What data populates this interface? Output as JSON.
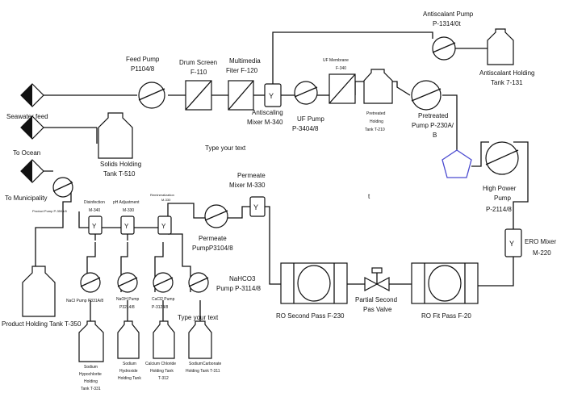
{
  "labels": {
    "seawater_feed": "Seawater feed",
    "to_ocean": "To Ocean",
    "to_municipality": "To Municipality",
    "feed_pump": [
      "Feed Pump",
      "P1104/8"
    ],
    "drum_screen": [
      "Drum Screen",
      "F-110"
    ],
    "multimedia_filter": [
      "Multimedia",
      "Fiter F-120"
    ],
    "antiscaling_mixer": [
      "Antiscaling",
      "Mixer M-340"
    ],
    "uf_pump": [
      "UF Pump",
      "P-3404/8"
    ],
    "uf_membrane": [
      "UF Membrane",
      "F-340"
    ],
    "pretreated_holding_tank": [
      "Pretreated",
      "Holding",
      "Tank T-210"
    ],
    "pretreated_pump": [
      "Pretreated",
      "Pump P-230A/",
      "B"
    ],
    "antiscalant_pump": [
      "Antiscalant Pump",
      "P-1314/0t"
    ],
    "antiscalant_holding_tank": [
      "Antiscalant Holding",
      "Tank 7-131"
    ],
    "solids_holding_tank": [
      "Solids Holding",
      "Tank T-510"
    ],
    "type_text_1": "Type your text",
    "type_text_2": "Type your text",
    "high_power_pump": [
      "High Power",
      "Pump",
      "P-2114/8"
    ],
    "ero_mixer": [
      "ERO Mixer",
      "M-220"
    ],
    "ro_first_pass": "RO Fit Pass F-20",
    "partial_second_valve": [
      "Partial Second",
      "Pas Valve"
    ],
    "ro_second_pass": "RO Second Pass F-230",
    "permeate_mixer": [
      "Permeate",
      "Mixer M-330"
    ],
    "permeate_pump": [
      "Permeate",
      "PumpP3104/8"
    ],
    "nahco3_pump": [
      "NaHCO3",
      "Pump P-3114/8"
    ],
    "product_pump": "Product Pump P-3504/8",
    "product_holding_tank": "Product Holding Tank T-350",
    "disinfection": [
      "Disinfection",
      "M-340"
    ],
    "ph_adjustment": [
      "pH Adjustment",
      "M-330"
    ],
    "remineralization": [
      "Remineralization",
      "M-330"
    ],
    "nacl_pump": "NaCl Pump P331A/8",
    "naoh_pump": [
      "NaOH Pump",
      "P3214/8"
    ],
    "cacl2_pump": [
      "CaCl2 Pump",
      "P-3124/8"
    ],
    "sodium_hypochlorite_tank": [
      "Sodium",
      "Hypochlorite",
      "Holding",
      "Tank T-331"
    ],
    "sodium_hydroxide_tank": [
      "Sodium",
      "Hydroxide",
      "Holding Tank"
    ],
    "calcium_chloride_tank": [
      "Calcium Chloride",
      "Holding Tank",
      "T-312"
    ],
    "sodium_carbonate_tank": [
      "SodiumCarbonate",
      "Holding Tank T-311"
    ],
    "stray_mark": "t",
    "mixer_symbol": "Y"
  }
}
